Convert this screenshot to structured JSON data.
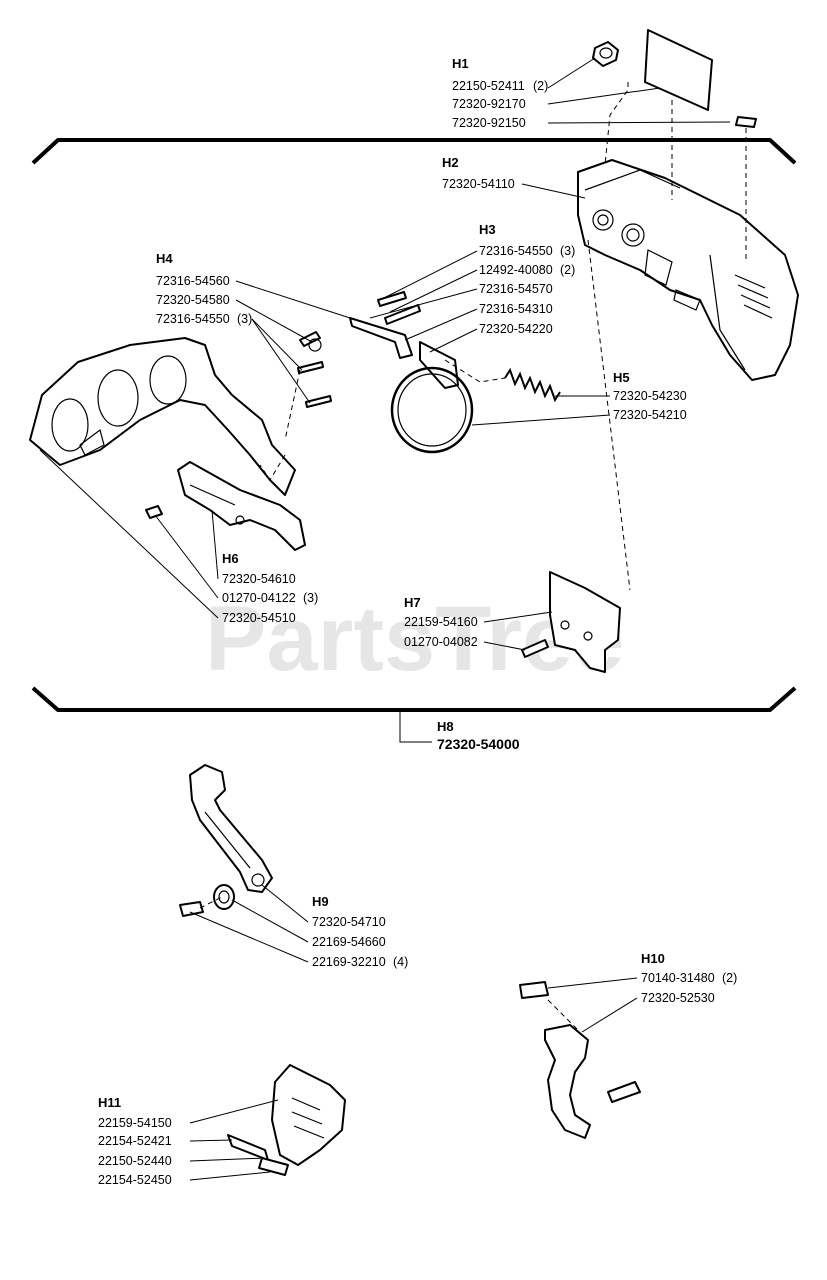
{
  "watermark": "PartsTree",
  "groups": [
    {
      "id": "H1",
      "title": "H1",
      "parts": [
        {
          "number": "22150-52411",
          "qty": "(2)"
        },
        {
          "number": "72320-92170",
          "qty": ""
        },
        {
          "number": "72320-92150",
          "qty": ""
        }
      ]
    },
    {
      "id": "H2",
      "title": "H2",
      "parts": [
        {
          "number": "72320-54110",
          "qty": ""
        }
      ]
    },
    {
      "id": "H3",
      "title": "H3",
      "parts": [
        {
          "number": "72316-54550",
          "qty": "(3)"
        },
        {
          "number": "12492-40080",
          "qty": "(2)"
        },
        {
          "number": "72316-54570",
          "qty": ""
        },
        {
          "number": "72316-54310",
          "qty": ""
        },
        {
          "number": "72320-54220",
          "qty": ""
        }
      ]
    },
    {
      "id": "H4",
      "title": "H4",
      "parts": [
        {
          "number": "72316-54560",
          "qty": ""
        },
        {
          "number": "72320-54580",
          "qty": ""
        },
        {
          "number": "72316-54550",
          "qty": "(3)"
        }
      ]
    },
    {
      "id": "H5",
      "title": "H5",
      "parts": [
        {
          "number": "72320-54230",
          "qty": ""
        },
        {
          "number": "72320-54210",
          "qty": ""
        }
      ]
    },
    {
      "id": "H6",
      "title": "H6",
      "parts": [
        {
          "number": "72320-54610",
          "qty": ""
        },
        {
          "number": "01270-04122",
          "qty": "(3)"
        },
        {
          "number": "72320-54510",
          "qty": ""
        }
      ]
    },
    {
      "id": "H7",
      "title": "H7",
      "parts": [
        {
          "number": "22159-54160",
          "qty": ""
        },
        {
          "number": "01270-04082",
          "qty": ""
        }
      ]
    },
    {
      "id": "H8",
      "title": "H8",
      "parts": [
        {
          "number": "72320-54000",
          "qty": ""
        }
      ]
    },
    {
      "id": "H9",
      "title": "H9",
      "parts": [
        {
          "number": "72320-54710",
          "qty": ""
        },
        {
          "number": "22169-54660",
          "qty": ""
        },
        {
          "number": "22169-32210",
          "qty": "(4)"
        }
      ]
    },
    {
      "id": "H10",
      "title": "H10",
      "parts": [
        {
          "number": "70140-31480",
          "qty": "(2)"
        },
        {
          "number": "72320-52530",
          "qty": ""
        }
      ]
    },
    {
      "id": "H11",
      "title": "H11",
      "parts": [
        {
          "number": "22159-54150",
          "qty": ""
        },
        {
          "number": "22154-52421",
          "qty": ""
        },
        {
          "number": "22150-52440",
          "qty": ""
        },
        {
          "number": "22154-52450",
          "qty": ""
        }
      ]
    }
  ]
}
